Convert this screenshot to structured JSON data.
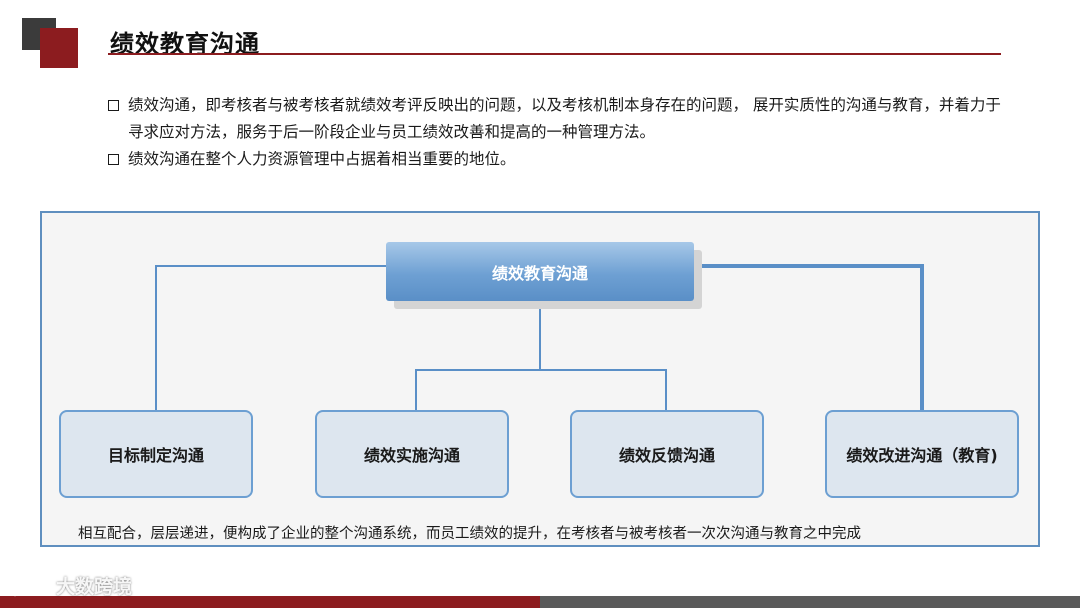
{
  "header": {
    "title": "绩效教育沟通"
  },
  "bullets": [
    "绩效沟通，即考核者与被考核者就绩效考评反映出的问题，以及考核机制本身存在的问题， 展开实质性的沟通与教育，并着力于寻求应对方法，服务于后一阶段企业与员工绩效改善和提高的一种管理方法。",
    "绩效沟通在整个人力资源管理中占据着相当重要的地位。"
  ],
  "diagram": {
    "root": "绩效教育沟通",
    "children": [
      "目标制定沟通",
      "绩效实施沟通",
      "绩效反馈沟通",
      "绩效改进沟通（教育)"
    ],
    "caption": "相互配合，层层递进，便构成了企业的整个沟通系统，而员工绩效的提升，在考核者与被考核者一次次沟通与教育之中完成"
  },
  "watermark": {
    "text": "大数跨境"
  },
  "colors": {
    "accent_red": "#8c1c1f",
    "dark_gray": "#3b3b3b",
    "connector_blue": "#5a8fc7",
    "node_fill": "#dde6ef"
  }
}
